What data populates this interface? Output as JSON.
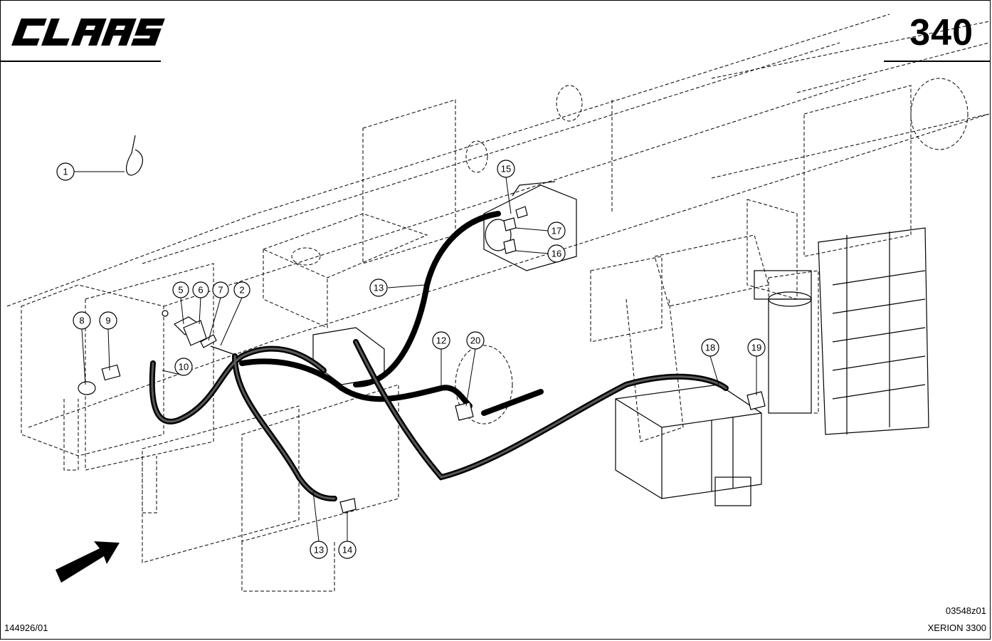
{
  "header": {
    "brand": "CLAAS",
    "page_number": "340"
  },
  "footer": {
    "doc_number": "144926/01",
    "drawing_code": "03548z01",
    "model": "XERION 3300"
  },
  "callouts": [
    "1",
    "2",
    "5",
    "6",
    "7",
    "8",
    "9",
    "10",
    "12",
    "13",
    "13",
    "14",
    "15",
    "16",
    "17",
    "18",
    "19",
    "20"
  ],
  "icons": {
    "arrow": "direction-arrow-icon",
    "logo": "claas-logo"
  }
}
